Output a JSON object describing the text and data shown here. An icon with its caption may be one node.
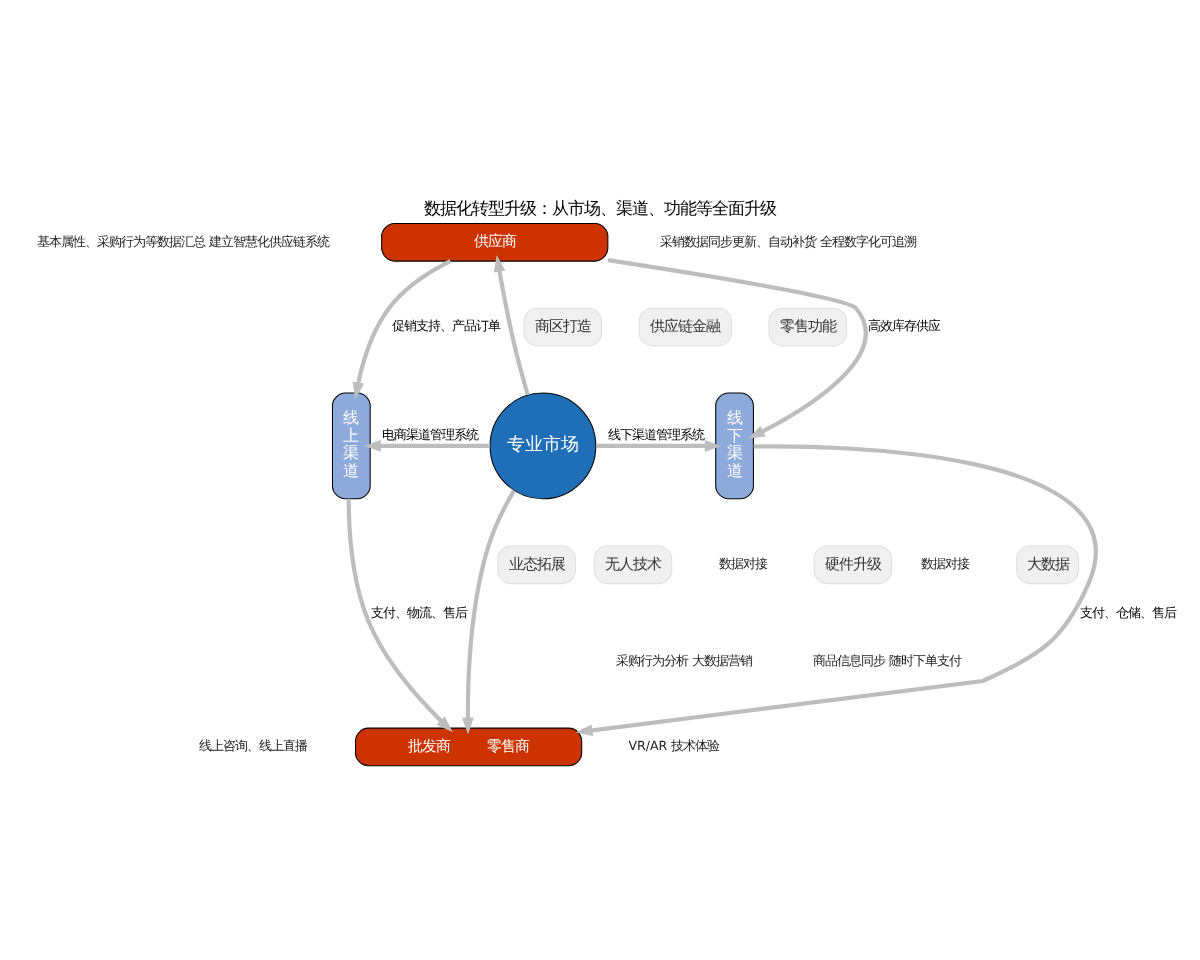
{
  "diagram": {
    "title": "数据化转型升级：从市场、渠道、功能等全面升级",
    "nodes": [
      {
        "text": [
          "供应商"
        ]
      },
      {
        "text": [
          "线上渠道"
        ]
      },
      {
        "text": [
          "线下渠道"
        ]
      },
      {
        "text": [
          "专业市场"
        ]
      },
      {
        "text": [
          "供应链金融"
        ]
      },
      {
        "text": [
          "商区打造"
        ]
      },
      {
        "text": [
          "零售功能"
        ]
      },
      {
        "text": [
          "无人技术"
        ]
      },
      {
        "text": [
          "大数据"
        ]
      },
      {
        "text": [
          "硬件升级"
        ]
      },
      {
        "text": [
          "业态拓展"
        ]
      },
      {
        "text": [
          "批发商",
          "零售商"
        ]
      }
    ],
    "edges": [
      {
        "from": 0,
        "to": 1,
        "arrow": "to",
        "label": "促销支持、产品订单"
      },
      {
        "from": 0,
        "to": 2,
        "arrow": "to",
        "label": "高效库存供应"
      },
      {
        "from": 3,
        "to": 0,
        "arrow": "to"
      },
      {
        "from": 3,
        "to": 1,
        "arrow": "to",
        "label": "电商渠道管理系统"
      },
      {
        "from": 3,
        "to": 2,
        "arrow": "to",
        "label": "线下渠道管理系统"
      },
      {
        "from": 3,
        "to": 11,
        "arrow": "to"
      },
      {
        "from": 1,
        "to": 11,
        "arrow": "to",
        "label": "支付、物流、售后"
      },
      {
        "from": 2,
        "to": 11,
        "arrow": "to",
        "label": "支付、仓储、售后"
      }
    ],
    "labels": [
      "基本属性、采购行为等数据汇总 建立智慧化供应链系统",
      "采销数据同步更新、自动补货 全程数字化可追溯",
      "数据对接",
      "数据对接",
      "采购行为分析 大数据营销",
      "商品信息同步 随时下单支付",
      "线上咨询、线上直播",
      "VR/AR 技术体验"
    ]
  }
}
